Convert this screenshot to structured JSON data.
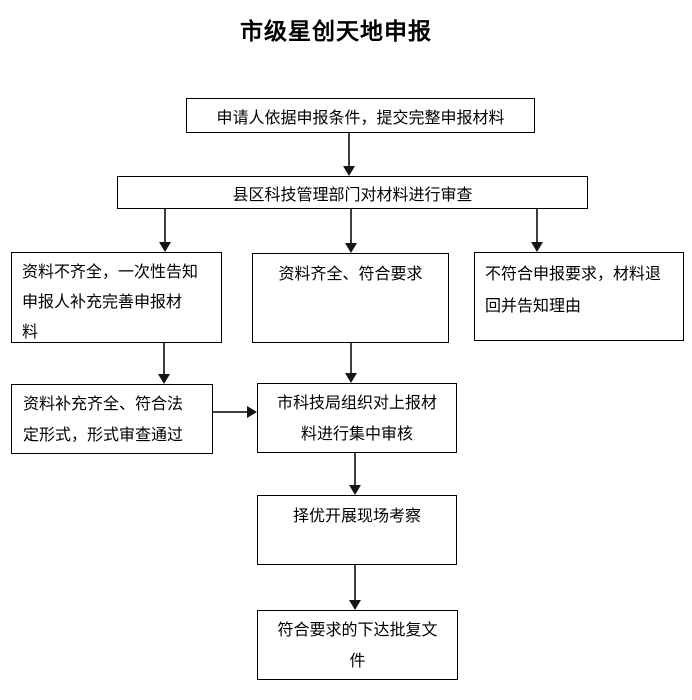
{
  "title": "市级星创天地申报",
  "flowchart": {
    "nodes": {
      "submit": {
        "text": "申请人依据申报条件，提交完整申报材料"
      },
      "county_review": {
        "text": "县区科技管理部门对材料进行审查"
      },
      "incomplete": {
        "text": "资料不齐全，一次性告知\n申报人补充完善申报材\n料"
      },
      "complete": {
        "text": "资料齐全、符合要求"
      },
      "rejected": {
        "text": "不符合申报要求，材料退\n回并告知理由"
      },
      "supplemented": {
        "text": "资料补充齐全、符合法\n定形式，形式审查通过"
      },
      "centralized_review": {
        "text": "市科技局组织对上报材\n料进行集中审核"
      },
      "site_inspection": {
        "text": "择优开展现场考察"
      },
      "approval": {
        "text": "符合要求的下达批复文\n件"
      }
    },
    "edges": [
      {
        "from": "submit",
        "to": "county_review"
      },
      {
        "from": "county_review",
        "to": "incomplete"
      },
      {
        "from": "county_review",
        "to": "complete"
      },
      {
        "from": "county_review",
        "to": "rejected"
      },
      {
        "from": "incomplete",
        "to": "supplemented"
      },
      {
        "from": "complete",
        "to": "centralized_review"
      },
      {
        "from": "supplemented",
        "to": "centralized_review"
      },
      {
        "from": "centralized_review",
        "to": "site_inspection"
      },
      {
        "from": "site_inspection",
        "to": "approval"
      }
    ],
    "colors": {
      "background": "#ffffff",
      "box_border": "#000000",
      "text": "#000000",
      "arrow": "#3f3f3f"
    }
  }
}
